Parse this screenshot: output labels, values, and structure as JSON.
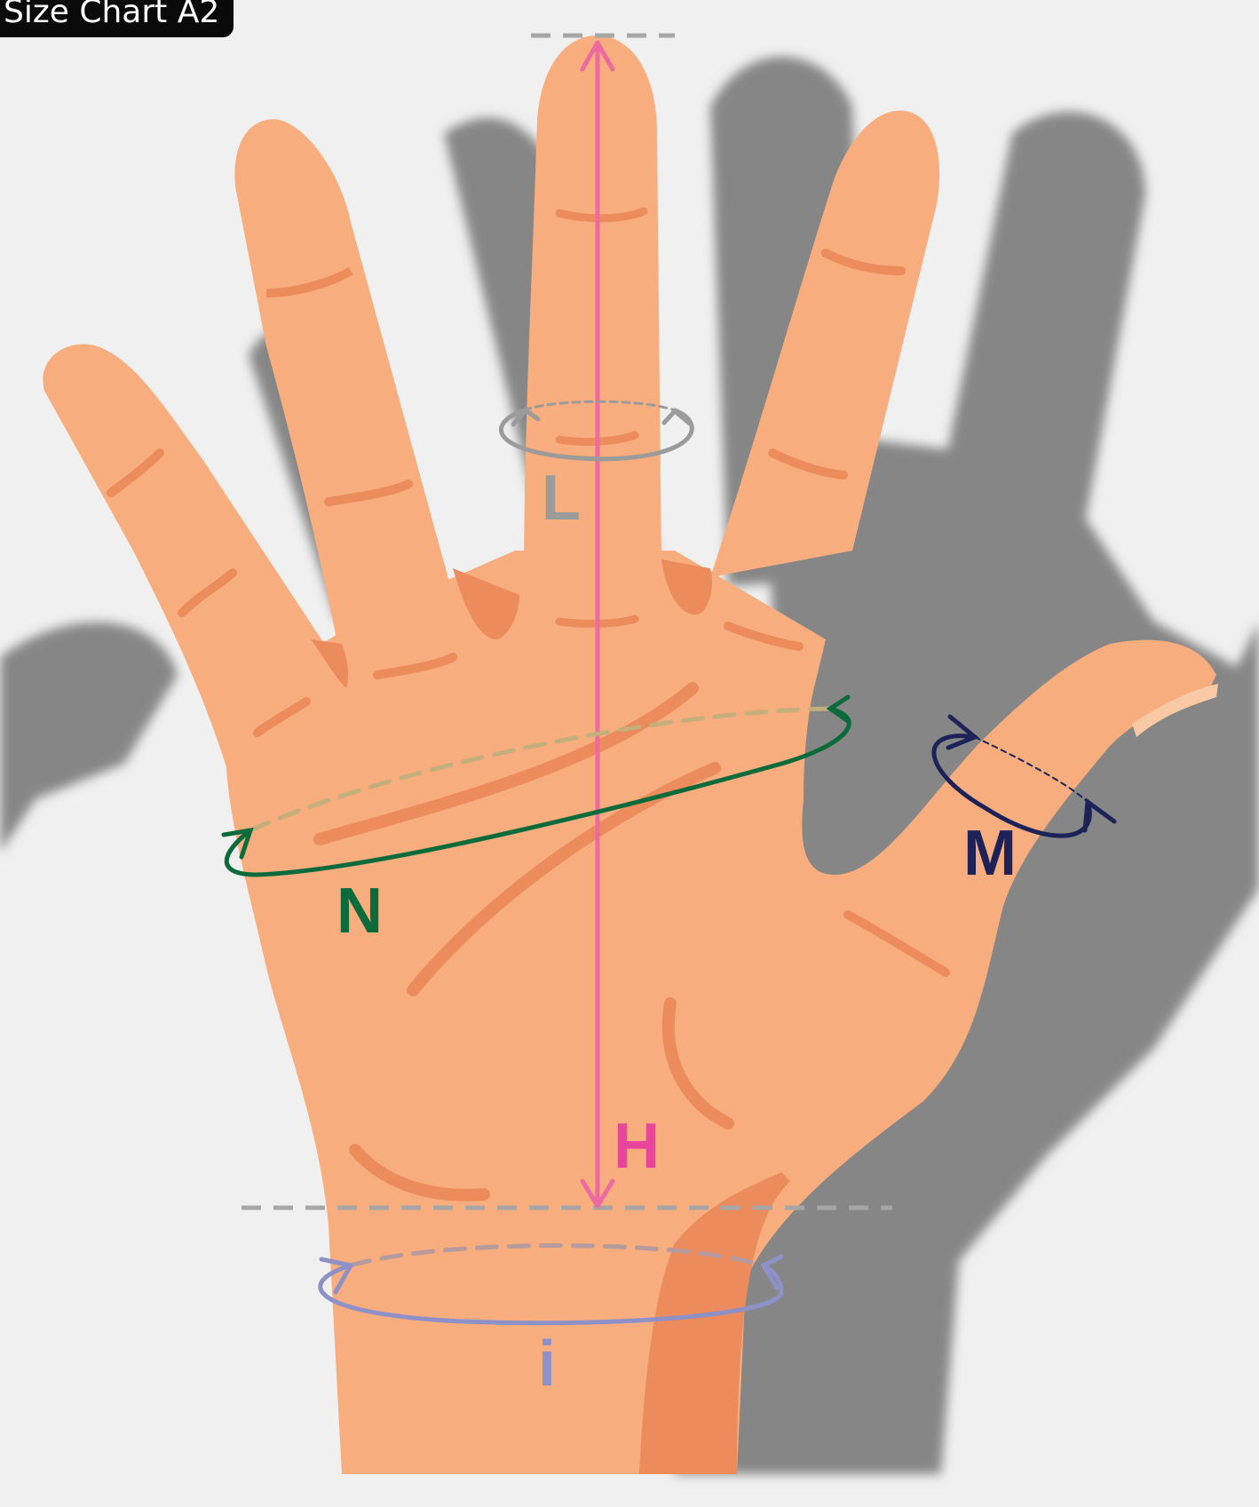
{
  "title": "Size Chart A2",
  "labels": {
    "L": "L",
    "N": "N",
    "M": "M",
    "H": "H",
    "i": "i"
  },
  "colors": {
    "background": "#f0f0f0",
    "skin": "#f7ad7d",
    "skin_shade": "#ec8b5c",
    "shadow": "#868686",
    "L": "#9b9b9b",
    "N": "#0b6b3a",
    "M": "#1d2358",
    "H": "#ec6aa0",
    "H_label": "#e8469a",
    "i": "#8e91c8",
    "guide_dash": "#a6a6a6"
  }
}
